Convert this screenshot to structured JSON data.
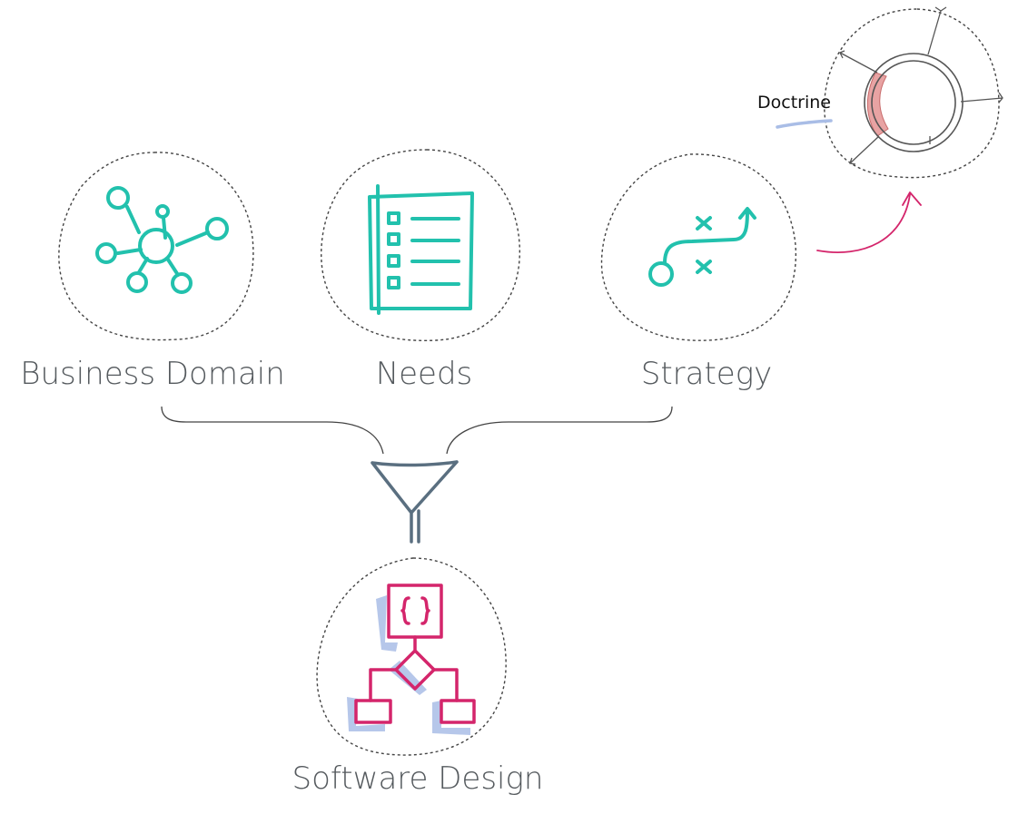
{
  "inputs": [
    {
      "label": "Business Domain",
      "icon": "network-graph-icon"
    },
    {
      "label": "Needs",
      "icon": "checklist-icon"
    },
    {
      "label": "Strategy",
      "icon": "strategy-play-icon"
    }
  ],
  "output": {
    "label": "Software Design",
    "icon": "code-flowchart-icon"
  },
  "doctrine": {
    "label": "Doctrine"
  },
  "colors": {
    "teal": "#22c1ad",
    "magenta": "#d4256b",
    "funnel": "#5a6f80",
    "highlight_blue": "#a9bde6",
    "doctrine_pink": "#e8a3a3",
    "text": "#555a5e"
  }
}
